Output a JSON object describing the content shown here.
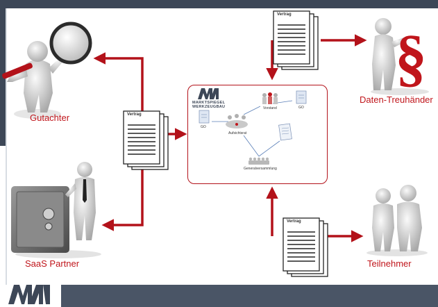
{
  "nodes": {
    "gutachter": "Gutachter",
    "saas_partner": "SaaS Partner",
    "daten_treuhaender": "Daten-Treuhänder",
    "teilnehmer": "Teilnehmer"
  },
  "document_label": "Vertrag",
  "center": {
    "logo_line1": "MARKTSPIEGEL",
    "logo_line2": "WERKZEUGBAU",
    "go_left": "GO",
    "aufsichtsrat": "Aufsichtsrat",
    "vorstand": "Vorstand",
    "go_right": "GO",
    "generalversammlung": "Generalversammlung"
  },
  "colors": {
    "accent": "#c0151b",
    "chrome": "#3d4757"
  }
}
